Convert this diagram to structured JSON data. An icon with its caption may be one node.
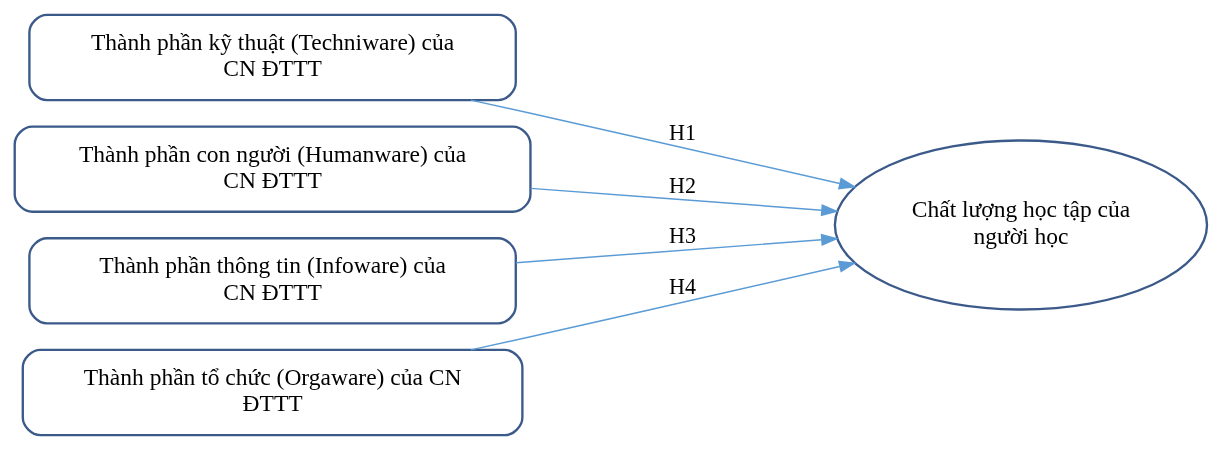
{
  "diagram": {
    "nodes": [
      {
        "text": [
          "Thành phần kỹ thuật (Techniware) của CN ĐTTT"
        ]
      },
      {
        "text": [
          "Thành phần con người (Humanware) của CN ĐTTT"
        ]
      },
      {
        "text": [
          "Thành phần thông tin (Infoware) của CN ĐTTT"
        ]
      },
      {
        "text": [
          "Thành phần tổ chức (Orgaware) của CN ĐTTT"
        ]
      },
      {
        "text": [
          "Chất lượng học tập của người học"
        ]
      }
    ],
    "edges": [
      {
        "from": 0,
        "to": 4,
        "arrow": "to",
        "label": "H1"
      },
      {
        "from": 1,
        "to": 4,
        "arrow": "to",
        "label": "H2"
      },
      {
        "from": 2,
        "to": 4,
        "arrow": "to",
        "label": "H3"
      },
      {
        "from": 3,
        "to": 4,
        "arrow": "to",
        "label": "H4"
      }
    ]
  }
}
